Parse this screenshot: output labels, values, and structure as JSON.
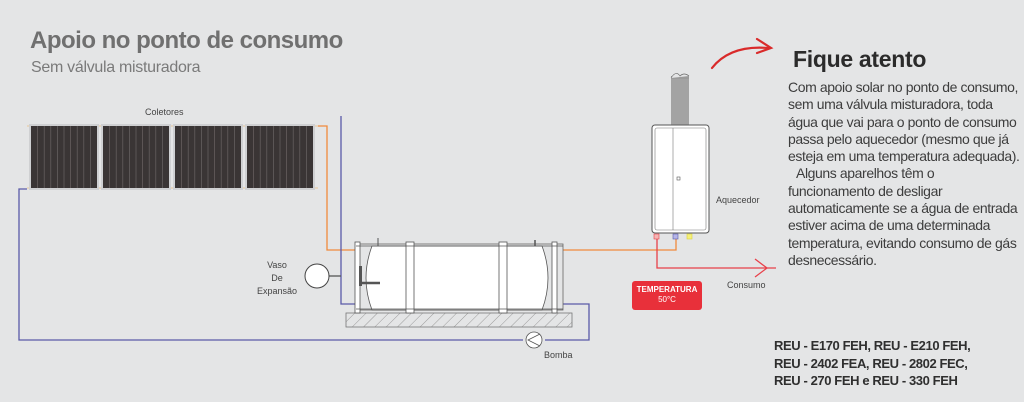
{
  "header": {
    "title": "Apoio no ponto de consumo",
    "subtitle": "Sem válvula misturadora"
  },
  "diagram": {
    "labels": {
      "collectors": "Coletores",
      "expansion_vessel": [
        "Vaso",
        "De",
        "Expansão"
      ],
      "pump": "Bomba",
      "heater": "Aquecedor",
      "consumption": "Consumo"
    },
    "temperature_badge": {
      "label": "TEMPERATURA",
      "value": "50°C"
    },
    "colors": {
      "hot_pipe": "#f08a3c",
      "cold_pipe": "#5a5aa8",
      "consumption_pipe": "#e8404a",
      "badge": "#e8303a",
      "arrow": "#d92a2a",
      "collector_panel": "#3a3535"
    },
    "collector_count": 4
  },
  "aside": {
    "title": "Fique atento",
    "paragraphs": [
      "Com apoio solar no ponto de consumo, sem uma válvula misturadora, toda água que vai para o ponto de consumo passa pelo aquecedor (mesmo que já esteja em uma temperatura adequada).",
      "Alguns aparelhos têm o funcionamento de desligar automaticamente se a água de entrada estiver acima de uma determinada temperatura, evitando consumo de gás desnecessário."
    ],
    "models": [
      "REU - E170 FEH, REU - E210 FEH,",
      "REU - 2402 FEA, REU - 2802 FEC,",
      "REU - 270 FEH e REU - 330 FEH"
    ]
  }
}
